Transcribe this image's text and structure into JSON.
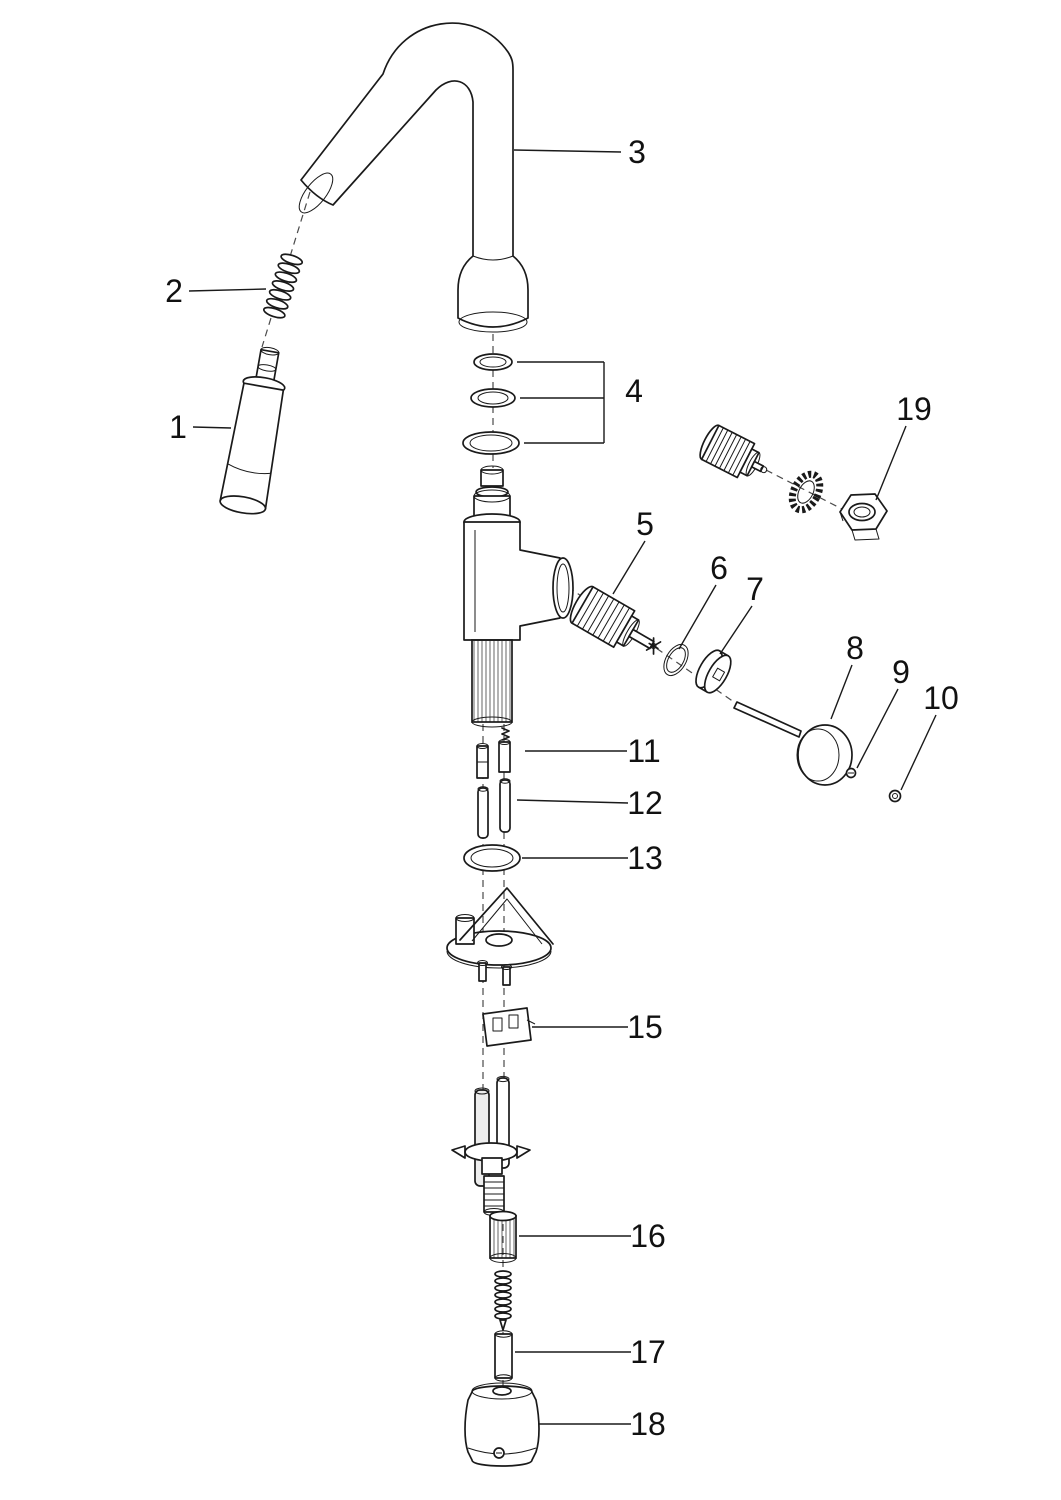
{
  "diagram": {
    "kind": "exploded-parts-diagram",
    "subject": "pull-down kitchen faucet",
    "background": "#ffffff",
    "line_color": "#1a1a1a",
    "callouts": [
      {
        "number": "1",
        "part": "spray-wand"
      },
      {
        "number": "2",
        "part": "spring"
      },
      {
        "number": "3",
        "part": "spout"
      },
      {
        "number": "4",
        "part": "seal-ring-set"
      },
      {
        "number": "5",
        "part": "cartridge"
      },
      {
        "number": "6",
        "part": "o-ring"
      },
      {
        "number": "7",
        "part": "cap"
      },
      {
        "number": "8",
        "part": "lever-handle"
      },
      {
        "number": "9",
        "part": "screw"
      },
      {
        "number": "10",
        "part": "set-screw"
      },
      {
        "number": "11",
        "part": "check-valves"
      },
      {
        "number": "12",
        "part": "connection-hoses"
      },
      {
        "number": "13",
        "part": "base-o-ring"
      },
      {
        "number": "15",
        "part": "mounting-clamp"
      },
      {
        "number": "16",
        "part": "hose-adapter"
      },
      {
        "number": "17",
        "part": "guide-sleeve"
      },
      {
        "number": "18",
        "part": "hose-weight"
      },
      {
        "number": "19",
        "part": "diverter-assembly"
      }
    ]
  }
}
